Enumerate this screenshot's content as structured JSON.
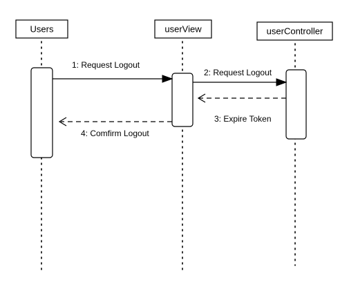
{
  "participants": [
    {
      "id": "users",
      "label": "Users"
    },
    {
      "id": "userview",
      "label": "userView"
    },
    {
      "id": "usercontroller",
      "label": "userController"
    }
  ],
  "messages": [
    {
      "id": "m1",
      "label": "1: Request Logout",
      "from": "users",
      "to": "userview",
      "style": "solid"
    },
    {
      "id": "m2",
      "label": "2: Request Logout",
      "from": "userview",
      "to": "usercontroller",
      "style": "solid"
    },
    {
      "id": "m3",
      "label": "3: Expire Token",
      "from": "usercontroller",
      "to": "userview",
      "style": "dashed"
    },
    {
      "id": "m4",
      "label": "4: Comfirm Logout",
      "from": "userview",
      "to": "users",
      "style": "dashed"
    }
  ]
}
